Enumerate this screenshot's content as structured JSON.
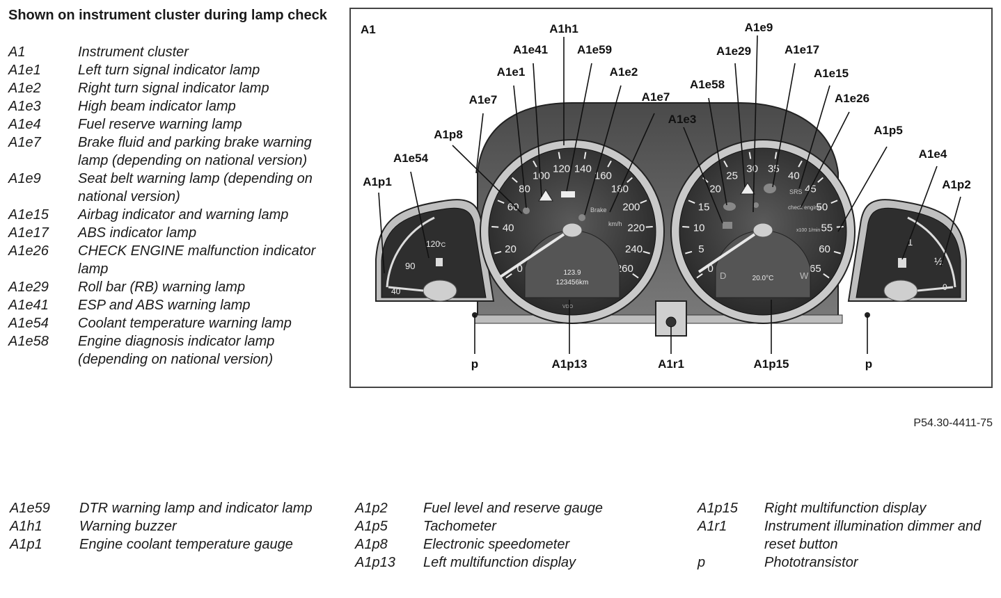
{
  "heading": "Shown on instrument cluster during lamp check",
  "legend_main": [
    {
      "code": "A1",
      "desc": "Instrument cluster"
    },
    {
      "code": "A1e1",
      "desc": "Left turn signal indicator lamp"
    },
    {
      "code": "A1e2",
      "desc": "Right turn signal indicator lamp"
    },
    {
      "code": "A1e3",
      "desc": "High beam indicator lamp"
    },
    {
      "code": "A1e4",
      "desc": "Fuel reserve warning lamp"
    },
    {
      "code": "A1e7",
      "desc": "Brake fluid and parking brake warning lamp (depending on national version)"
    },
    {
      "code": "A1e9",
      "desc": "Seat belt warning lamp (depending on national version)"
    },
    {
      "code": "A1e15",
      "desc": "Airbag indicator and warning lamp"
    },
    {
      "code": "A1e17",
      "desc": "ABS indicator lamp"
    },
    {
      "code": "A1e26",
      "desc": "CHECK ENGINE malfunction indicator lamp"
    },
    {
      "code": "A1e29",
      "desc": "Roll bar (RB) warning lamp"
    },
    {
      "code": "A1e41",
      "desc": "ESP and ABS warning lamp"
    },
    {
      "code": "A1e54",
      "desc": "Coolant temperature warning lamp"
    },
    {
      "code": "A1e58",
      "desc": "Engine diagnosis indicator lamp (depending on national version)"
    }
  ],
  "legend_bottom_1": [
    {
      "code": "A1e59",
      "desc": "DTR warning lamp and indicator lamp"
    },
    {
      "code": "A1h1",
      "desc": "Warning buzzer"
    },
    {
      "code": "A1p1",
      "desc": "Engine coolant temperature gauge"
    }
  ],
  "legend_bottom_2": [
    {
      "code": "A1p2",
      "desc": "Fuel level and reserve gauge"
    },
    {
      "code": "A1p5",
      "desc": "Tachometer"
    },
    {
      "code": "A1p8",
      "desc": "Electronic speedometer"
    },
    {
      "code": "A1p13",
      "desc": "Left multifunction display"
    }
  ],
  "legend_bottom_3": [
    {
      "code": "A1p15",
      "desc": "Right multifunction display"
    },
    {
      "code": "A1r1",
      "desc": "Instrument illumination dimmer and reset button"
    },
    {
      "code": "p",
      "desc": "Phototransistor"
    }
  ],
  "figure": {
    "corner_label": "A1",
    "reference": "P54.30-4411-75",
    "callouts": {
      "a1h1": "A1h1",
      "a1e9": "A1e9",
      "a1e41": "A1e41",
      "a1e59": "A1e59",
      "a1e29": "A1e29",
      "a1e17": "A1e17",
      "a1e1": "A1e1",
      "a1e2": "A1e2",
      "a1e15": "A1e15",
      "a1e7_left": "A1e7",
      "a1e7_right": "A1e7",
      "a1e58": "A1e58",
      "a1e26": "A1e26",
      "a1e3": "A1e3",
      "a1p8": "A1p8",
      "a1p5": "A1p5",
      "a1e54": "A1e54",
      "a1e4": "A1e4",
      "a1p1": "A1p1",
      "a1p2": "A1p2",
      "p_left": "p",
      "a1p13": "A1p13",
      "a1r1": "A1r1",
      "a1p15": "A1p15",
      "p_right": "p"
    },
    "speedometer": {
      "scale": [
        "0",
        "20",
        "40",
        "60",
        "80",
        "100",
        "120",
        "140",
        "160",
        "180",
        "200",
        "220",
        "240",
        "260"
      ],
      "unit": "km/h",
      "display_line1": "123.9",
      "display_line2": "123456km",
      "brand": "VDO",
      "brake_text": "Brake"
    },
    "tachometer": {
      "scale": [
        "0",
        "5",
        "10",
        "15",
        "20",
        "25",
        "30",
        "35",
        "40",
        "45",
        "50",
        "55",
        "60",
        "65"
      ],
      "unit": "x100 1/min",
      "display_temp": "20.0°C",
      "display_left": "D",
      "display_right": "W",
      "srs_text": "SRS",
      "check_text": "check engine"
    },
    "coolant_gauge": {
      "scale": [
        "40",
        "90",
        "120"
      ],
      "unit": "°C"
    },
    "fuel_gauge": {
      "scale": [
        "0",
        "½",
        "1"
      ]
    },
    "colors": {
      "face": "#3a3a3a",
      "bezel": "#d4d4d4",
      "needle": "#eeeeee",
      "line": "#111111"
    }
  }
}
